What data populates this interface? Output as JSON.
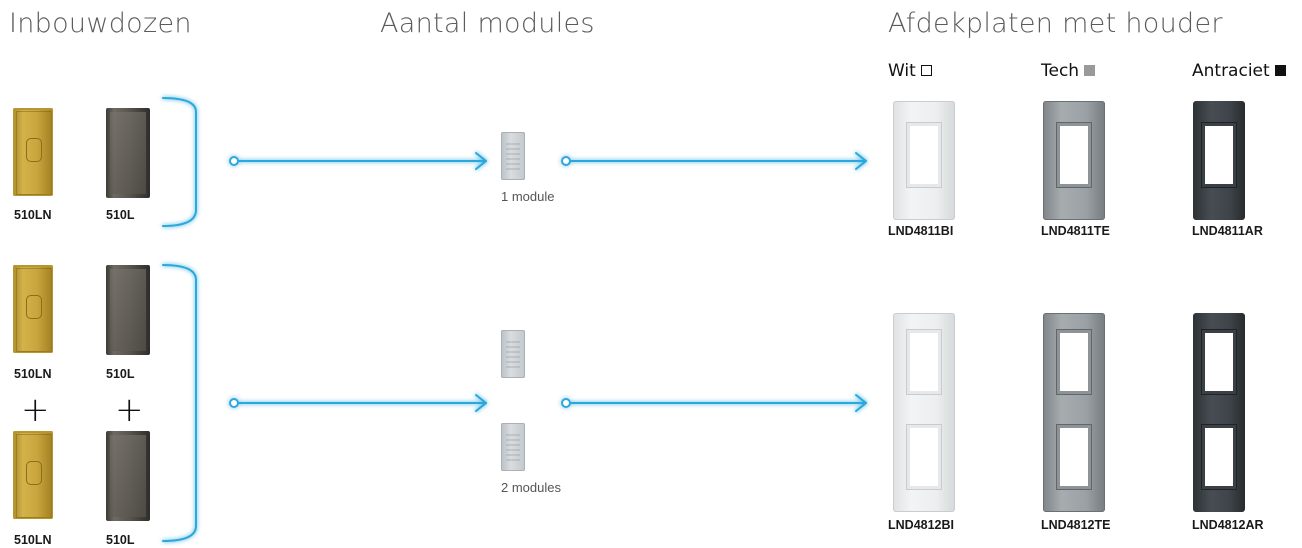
{
  "headings": {
    "boxes": "Inbouwdozen",
    "modules": "Aantal modules",
    "plates": "Afdekplaten met houder"
  },
  "variants": {
    "white": "Wit",
    "tech": "Tech",
    "anthracite": "Antraciet"
  },
  "swatch_colors": {
    "white": "#ffffff",
    "tech": "#9a9a9a",
    "anthracite": "#111111"
  },
  "accent_color": "#2aa7dc",
  "row1": {
    "box_ln": "510LN",
    "box_l": "510L",
    "module_caption": "1 module",
    "plate_white": "LND4811BI",
    "plate_tech": "LND4811TE",
    "plate_anthracite": "LND4811AR"
  },
  "row2": {
    "box_ln_top": "510LN",
    "box_l_top": "510L",
    "plus": "+",
    "box_ln_bottom": "510LN",
    "box_l_bottom": "510L",
    "module_caption": "2 modules",
    "plate_white": "LND4812BI",
    "plate_tech": "LND4812TE",
    "plate_anthracite": "LND4812AR"
  }
}
